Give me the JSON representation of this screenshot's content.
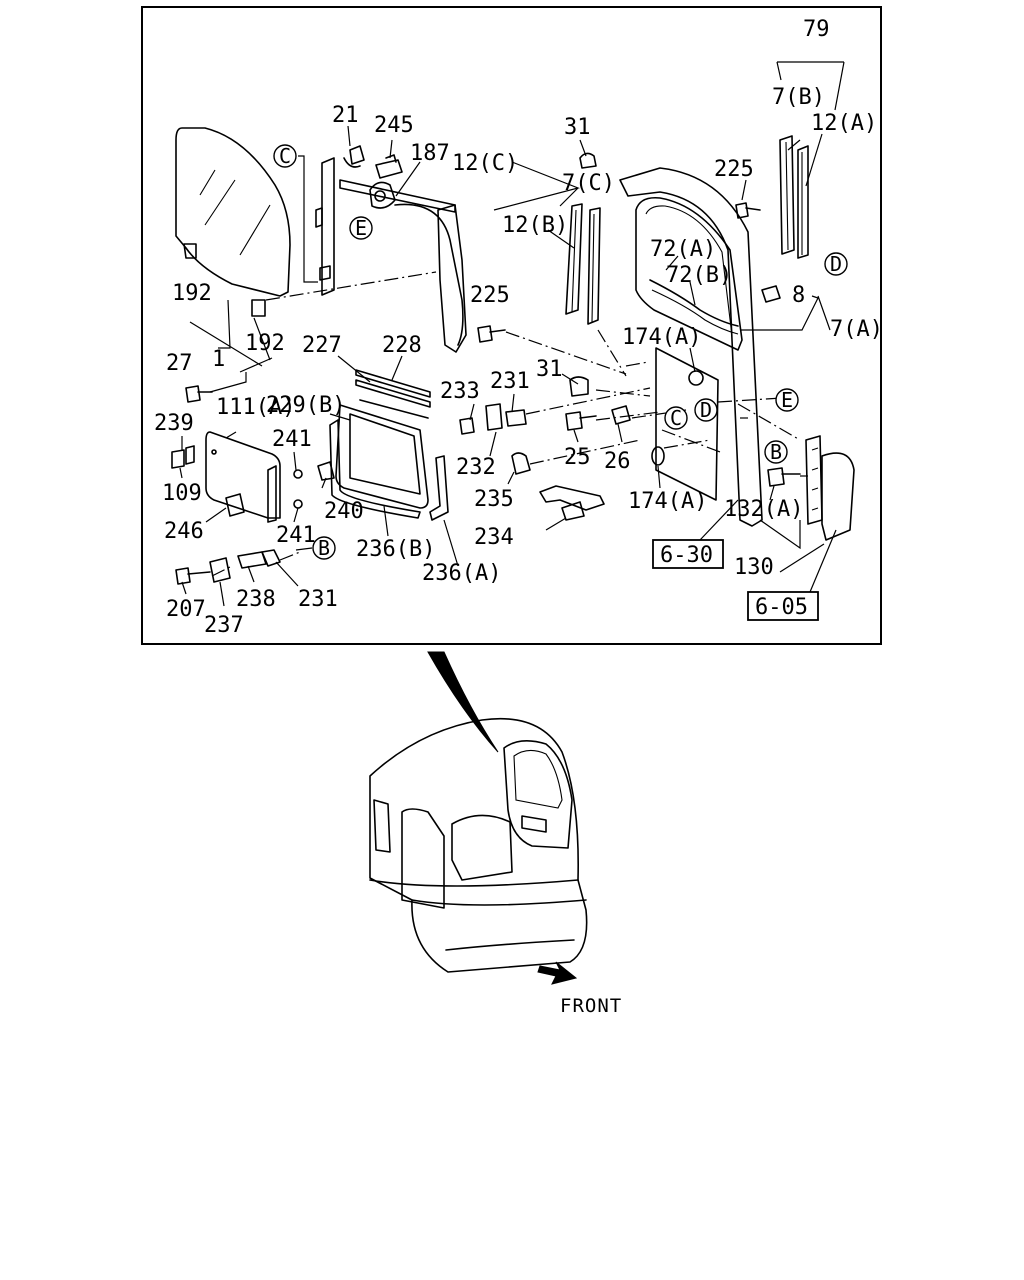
{
  "labels": {
    "p79": "79",
    "p7b": "7(B)",
    "p12a": "12(A)",
    "p21": "21",
    "p245": "245",
    "p187": "187",
    "p12c": "12(C)",
    "p7c": "7(C)",
    "p31a": "31",
    "p225a": "225",
    "p12b": "12(B)",
    "p72a": "72(A)",
    "p72b": "72(B)",
    "p8": "8",
    "p7a": "7(A)",
    "p192a": "192",
    "p192b": "192",
    "p1": "1",
    "p225b": "225",
    "p174a1": "174(A)",
    "p27": "27",
    "p227": "227",
    "p228": "228",
    "p229b": "229(B)",
    "p31b": "31",
    "p233": "233",
    "p231a": "231",
    "p111a": "111(A)",
    "p239": "239",
    "p241a": "241",
    "p232": "232",
    "p25": "25",
    "p26": "26",
    "p109": "109",
    "p235": "235",
    "p174a2": "174(A)",
    "p132a": "132(A)",
    "p246": "246",
    "p240": "240",
    "p241b": "241",
    "p234": "234",
    "p236b": "236(B)",
    "p236a": "236(A)",
    "p130": "130",
    "p207": "207",
    "p237": "237",
    "p238": "238",
    "p231b": "231"
  },
  "refs": {
    "c1": "C",
    "c2": "C",
    "e1": "E",
    "e2": "E",
    "d1": "D",
    "d2": "D",
    "b1": "B",
    "b2": "B"
  },
  "boxes": {
    "b630": "6-30",
    "b605": "6-05"
  },
  "front_label": "FRONT"
}
